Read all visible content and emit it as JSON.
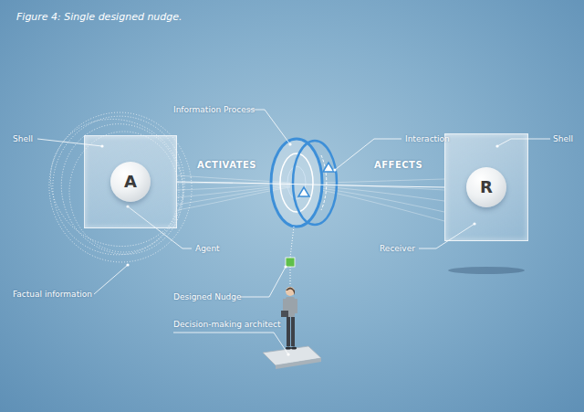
{
  "diagram": {
    "title": "Figure 4: Single designed nudge.",
    "nodes": [
      {
        "text": [
          "A"
        ]
      },
      {
        "text": [
          "R"
        ]
      }
    ],
    "edges": [
      {
        "from": 0,
        "to": 1,
        "arrow": "none"
      }
    ],
    "labels": [
      "Shell",
      "Agent",
      "Factual information",
      "ACTIVATES",
      "Information Process",
      "Designed Nudge",
      "Decision-making architect",
      "Interaction",
      "AFFECTS",
      "Shell",
      "Receiver"
    ]
  }
}
